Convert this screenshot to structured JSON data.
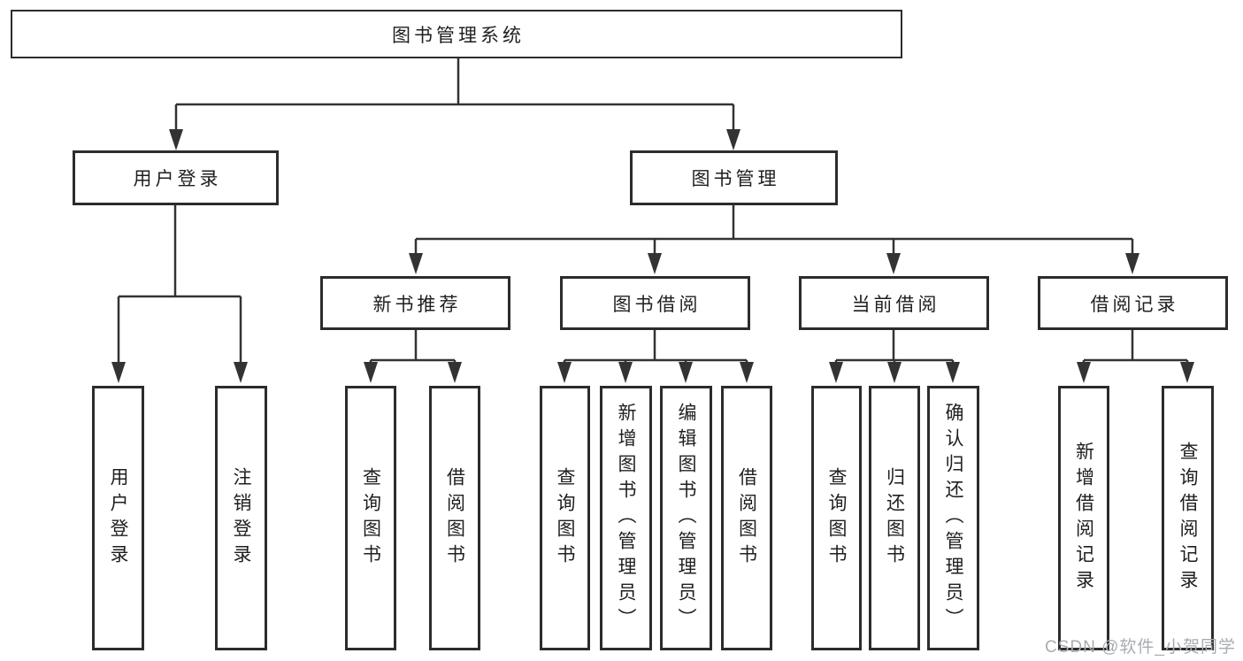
{
  "title": "图书管理系统",
  "watermark": "CSDN @软件_小贺同学",
  "colors": {
    "background": "#ffffff",
    "box_border": "#2c2c2c",
    "connector_line": "#333333",
    "text": "#1f1f1f",
    "watermark_text": "#a8acb2"
  },
  "tree": {
    "label": "图书管理系统",
    "children": [
      {
        "label": "用户登录",
        "children": [
          {
            "label": "用户登录"
          },
          {
            "label": "注销登录"
          }
        ]
      },
      {
        "label": "图书管理",
        "children": [
          {
            "label": "新书推荐",
            "children": [
              {
                "label": "查询图书"
              },
              {
                "label": "借阅图书"
              }
            ]
          },
          {
            "label": "图书借阅",
            "children": [
              {
                "label": "查询图书"
              },
              {
                "label": "新增图书（管理员）"
              },
              {
                "label": "编辑图书（管理员）"
              },
              {
                "label": "借阅图书"
              }
            ]
          },
          {
            "label": "当前借阅",
            "children": [
              {
                "label": "查询图书"
              },
              {
                "label": "归还图书"
              },
              {
                "label": "确认归还（管理员）"
              }
            ]
          },
          {
            "label": "借阅记录",
            "children": [
              {
                "label": "新增借阅记录"
              },
              {
                "label": "查询借阅记录"
              }
            ]
          }
        ]
      }
    ]
  }
}
